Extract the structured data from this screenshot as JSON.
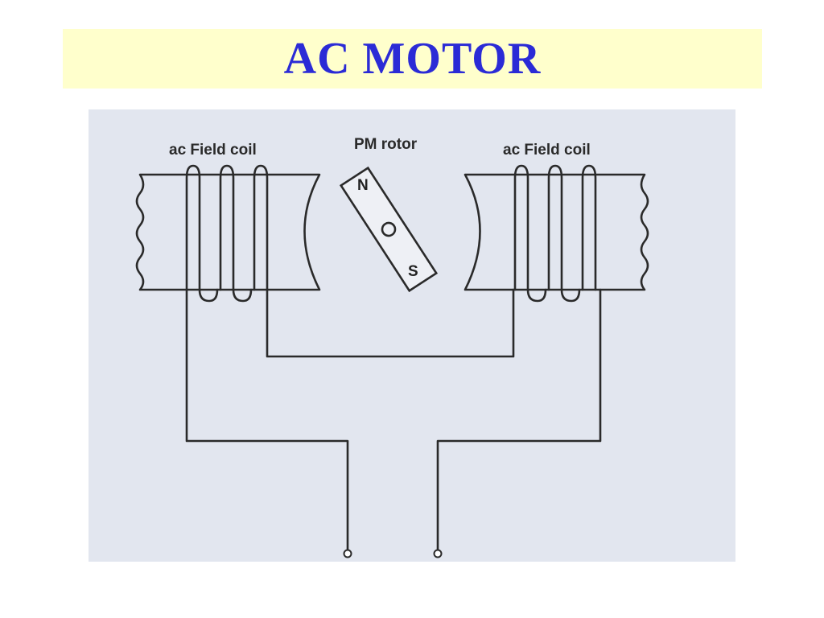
{
  "slide": {
    "title": "AC MOTOR",
    "title_color": "#2b2bd6",
    "title_bar_color": "#ffffcc"
  },
  "diagram": {
    "background_color": "#e2e6ef",
    "ink_color": "#2a2a2a",
    "labels": {
      "left_coil": "ac Field coil",
      "rotor": "PM rotor",
      "right_coil": "ac Field coil"
    },
    "rotor_poles": {
      "north": "N",
      "south": "S"
    }
  }
}
